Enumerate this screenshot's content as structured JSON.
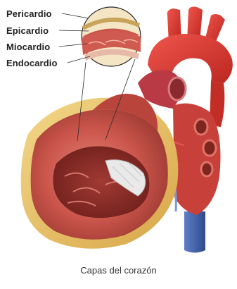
{
  "labels": {
    "pericardio": "Pericardio",
    "epicardio": "Epicardio",
    "miocardio": "Miocardio",
    "endocardio": "Endocardio"
  },
  "caption": "Capas del corazón",
  "colors": {
    "myocardium": "#c9544a",
    "epicardium_fat": "#e8c46a",
    "aorta": "#d8312a",
    "vein": "#3d5fa8",
    "endocardium": "#d9d9d9"
  }
}
